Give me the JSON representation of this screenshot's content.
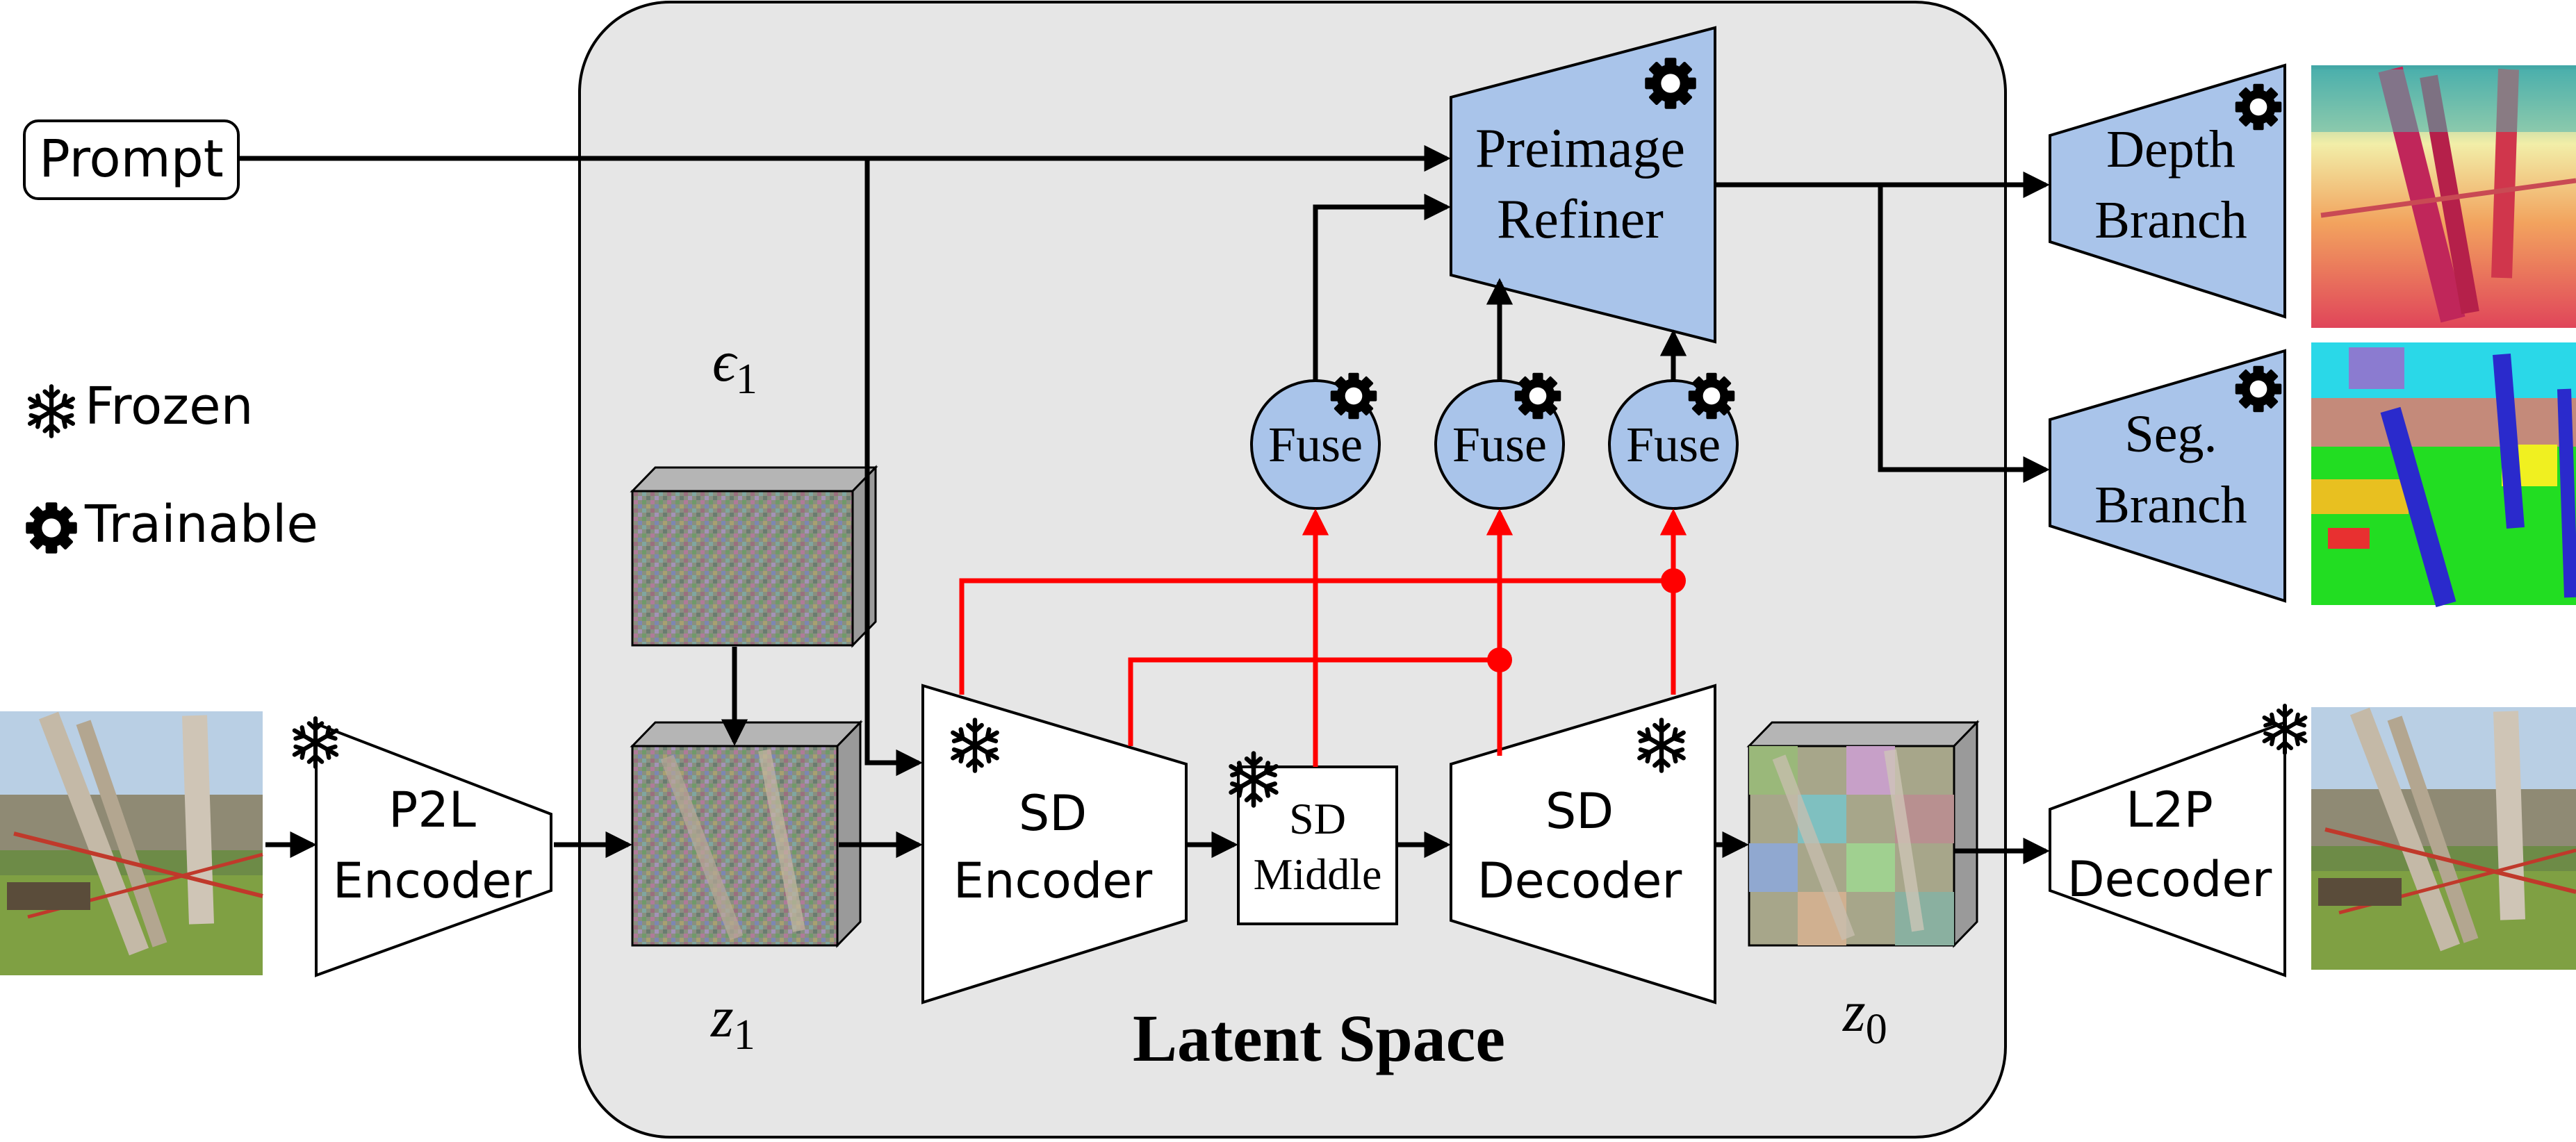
{
  "colors": {
    "frame_fill": "#e6e6e6",
    "trainable_fill": "#a9c4ea",
    "frozen_fill": "#ffffff",
    "feature_line": "#ff0000",
    "main_line": "#000000"
  },
  "legend": {
    "frozen_label": "Frozen",
    "frozen_icon": "snowflake-icon",
    "trainable_label": "Trainable",
    "trainable_icon": "gear-icon"
  },
  "inputs": {
    "prompt": "Prompt"
  },
  "frame": {
    "title": "Latent Space"
  },
  "latents": {
    "noise_symbol": "ϵ",
    "noise_subscript": "1",
    "z1_symbol": "z",
    "z1_subscript": "1",
    "z0_symbol": "z",
    "z0_subscript": "0"
  },
  "modules": {
    "p2l_encoder": [
      "P2L",
      "Encoder"
    ],
    "sd_encoder": [
      "SD",
      "Encoder"
    ],
    "sd_middle": [
      "SD",
      "Middle"
    ],
    "sd_decoder": [
      "SD",
      "Decoder"
    ],
    "l2p_decoder": [
      "L2P",
      "Decoder"
    ],
    "preimage_refiner": [
      "Preimage",
      "Refiner"
    ],
    "depth_branch": [
      "Depth",
      "Branch"
    ],
    "seg_branch": [
      "Seg.",
      "Branch"
    ],
    "fuse": [
      "Fuse",
      "Fuse",
      "Fuse"
    ]
  }
}
